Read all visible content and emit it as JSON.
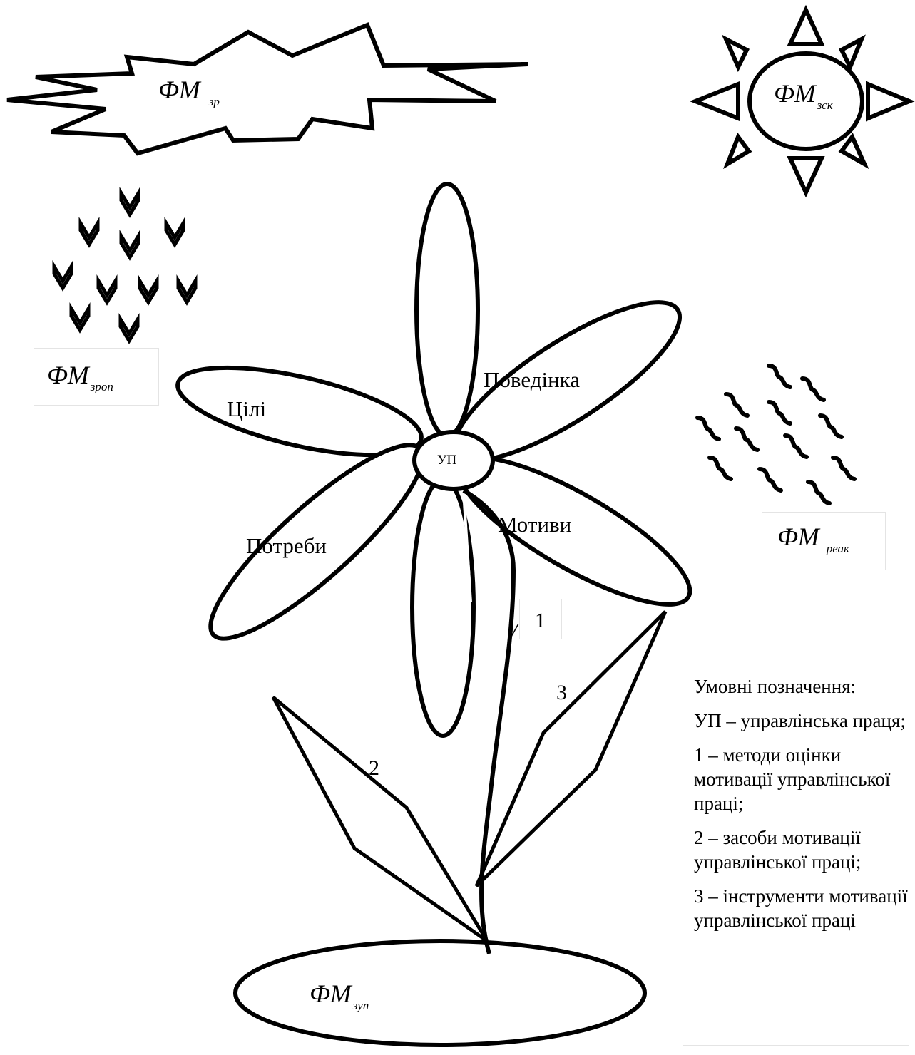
{
  "center": "УП",
  "petals": {
    "goals": "Цілі",
    "behavior": "Поведінка",
    "motives": "Мотиви",
    "needs": "Потреби"
  },
  "factors": {
    "fm_zr": {
      "main": "ФМ",
      "sub": "зр"
    },
    "fm_zsk": {
      "main": "ФМ",
      "sub": "зск"
    },
    "fm_zrop": {
      "main": "ФМ",
      "sub": "зроп"
    },
    "fm_reak": {
      "main": "ФМ",
      "sub": "реак"
    },
    "fm_zup": {
      "main": "ФМ",
      "sub": "зуп"
    }
  },
  "numbers": {
    "one": "1",
    "two": "2",
    "three": "3"
  },
  "legend": {
    "title": "Умовні позначення:",
    "item_up": "УП – управлінська праця;",
    "item_1": "1 – методи оцінки мотивації управлінської праці;",
    "item_2": "2 – засоби мотивації управлінської праці;",
    "item_3": "3 – інструменти мотивації управлінської праці"
  }
}
